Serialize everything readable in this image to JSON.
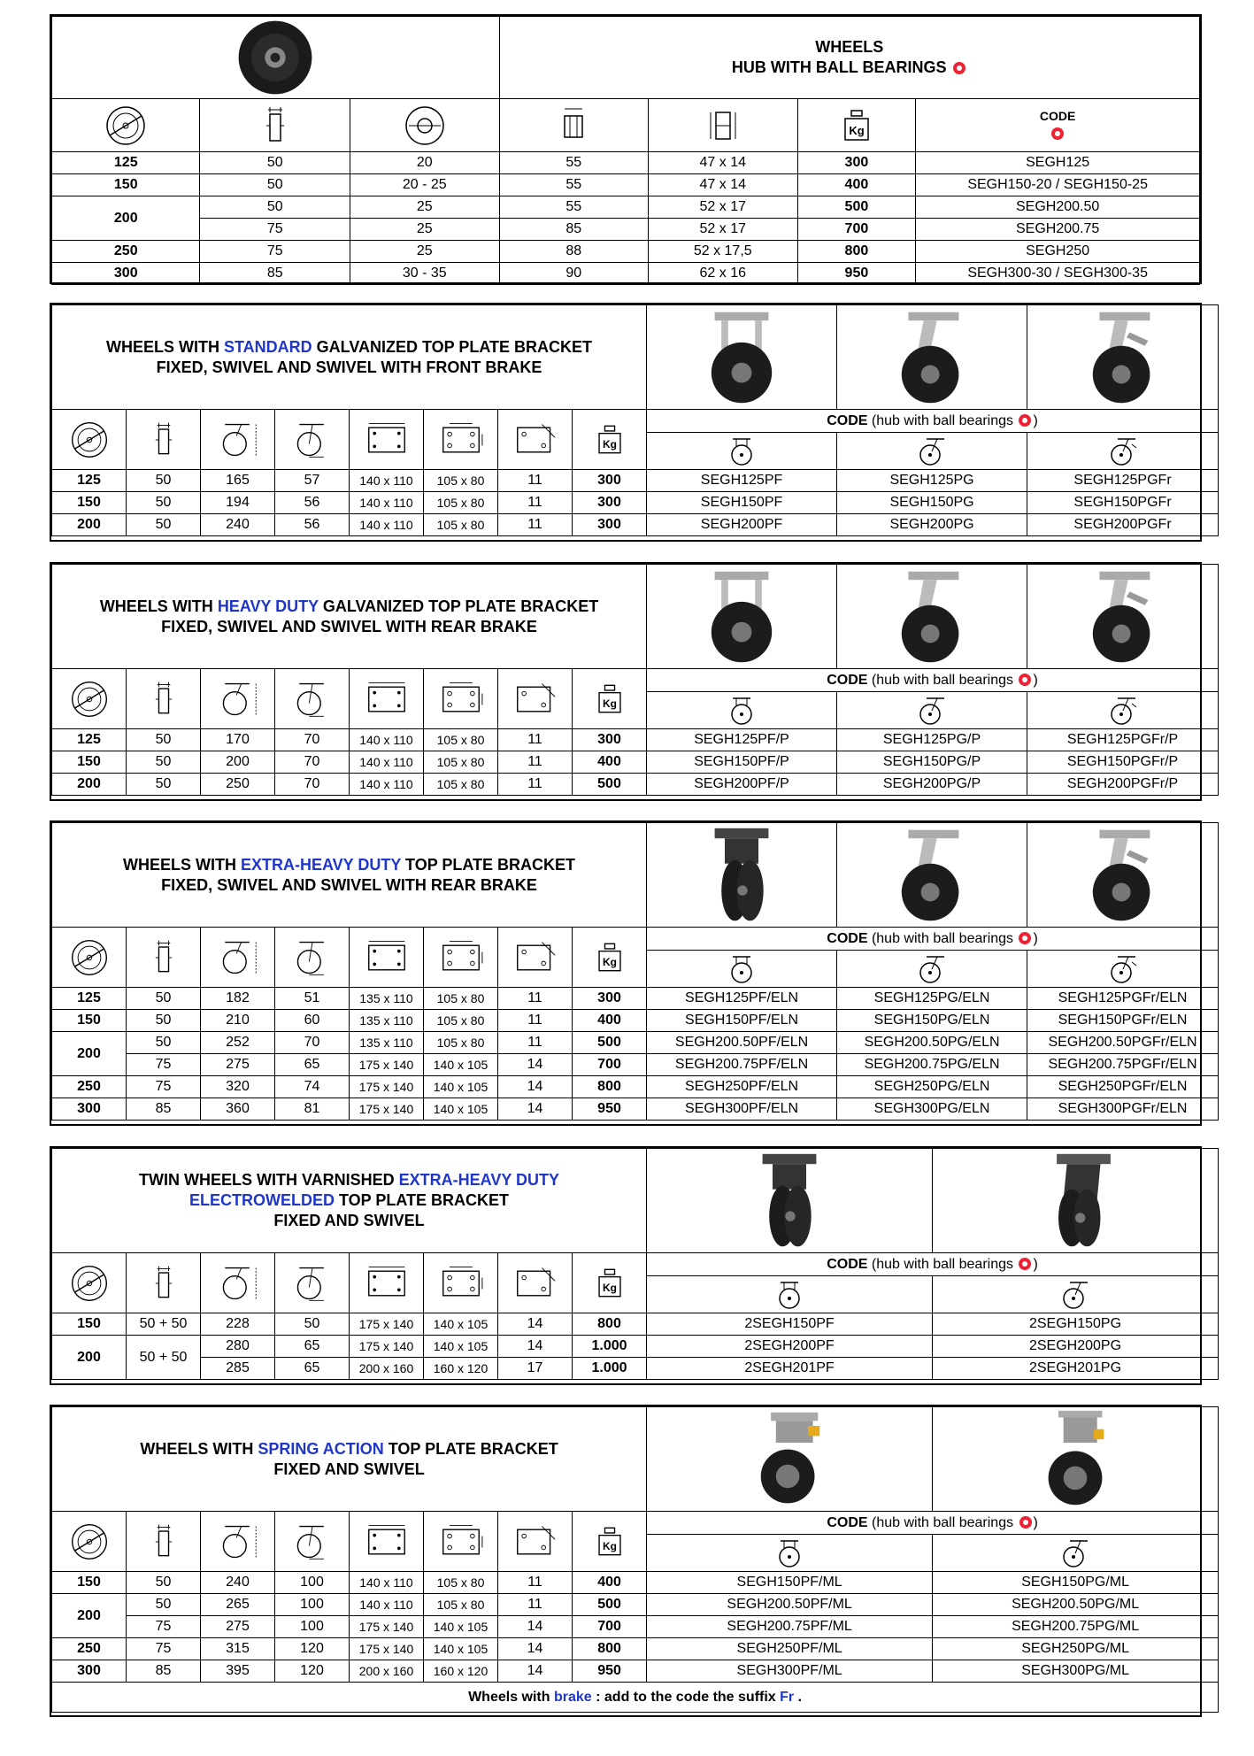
{
  "s1": {
    "title1": "WHEELS",
    "title2": "HUB WITH BALL BEARINGS",
    "code_label": "CODE",
    "kg_label": "Kg",
    "rows": [
      [
        "125",
        "50",
        "20",
        "55",
        "47 x 14",
        "300",
        "SEGH125"
      ],
      [
        "150",
        "50",
        "20 - 25",
        "55",
        "47 x 14",
        "400",
        "SEGH150-20 / SEGH150-25"
      ],
      [
        "200",
        "50",
        "25",
        "55",
        "52 x 17",
        "500",
        "SEGH200.50"
      ],
      [
        "",
        "75",
        "25",
        "85",
        "52 x 17",
        "700",
        "SEGH200.75"
      ],
      [
        "250",
        "75",
        "25",
        "88",
        "52 x 17,5",
        "800",
        "SEGH250"
      ],
      [
        "300",
        "85",
        "30 - 35",
        "90",
        "62 x 16",
        "950",
        "SEGH300-30 / SEGH300-35"
      ]
    ]
  },
  "s2": {
    "t_pre": "WHEELS WITH ",
    "t_blue": "STANDARD",
    "t_post": "  GALVANIZED TOP PLATE BRACKET",
    "t_line2": "FIXED, SWIVEL AND SWIVEL WITH FRONT BRAKE",
    "code_b": "CODE",
    "code_n": " (hub with ball bearings ",
    "code_end": ")",
    "kg_label": "Kg",
    "rows": [
      [
        "125",
        "50",
        "165",
        "57",
        "140 x 110",
        "105 x 80",
        "11",
        "300",
        "SEGH125PF",
        "SEGH125PG",
        "SEGH125PGFr"
      ],
      [
        "150",
        "50",
        "194",
        "56",
        "140 x 110",
        "105 x 80",
        "11",
        "300",
        "SEGH150PF",
        "SEGH150PG",
        "SEGH150PGFr"
      ],
      [
        "200",
        "50",
        "240",
        "56",
        "140 x 110",
        "105 x 80",
        "11",
        "300",
        "SEGH200PF",
        "SEGH200PG",
        "SEGH200PGFr"
      ]
    ]
  },
  "s3": {
    "t_pre": "WHEELS WITH ",
    "t_blue": "HEAVY DUTY",
    "t_post": " GALVANIZED TOP PLATE BRACKET",
    "t_line2": "FIXED, SWIVEL AND SWIVEL WITH REAR BRAKE",
    "code_b": "CODE",
    "code_n": " (hub with ball bearings ",
    "code_end": ")",
    "kg_label": "Kg",
    "rows": [
      [
        "125",
        "50",
        "170",
        "70",
        "140 x 110",
        "105 x 80",
        "11",
        "300",
        "SEGH125PF/P",
        "SEGH125PG/P",
        "SEGH125PGFr/P"
      ],
      [
        "150",
        "50",
        "200",
        "70",
        "140 x 110",
        "105 x 80",
        "11",
        "400",
        "SEGH150PF/P",
        "SEGH150PG/P",
        "SEGH150PGFr/P"
      ],
      [
        "200",
        "50",
        "250",
        "70",
        "140 x 110",
        "105 x 80",
        "11",
        "500",
        "SEGH200PF/P",
        "SEGH200PG/P",
        "SEGH200PGFr/P"
      ]
    ]
  },
  "s4": {
    "t_pre": "WHEELS WITH ",
    "t_blue": "EXTRA-HEAVY DUTY",
    "t_post": " TOP PLATE BRACKET",
    "t_line2": "FIXED, SWIVEL AND SWIVEL WITH REAR BRAKE",
    "code_b": "CODE",
    "code_n": " (hub with ball bearings ",
    "code_end": ")",
    "kg_label": "Kg",
    "rows": [
      [
        "125",
        "50",
        "182",
        "51",
        "135 x 110",
        "105 x 80",
        "11",
        "300",
        "SEGH125PF/ELN",
        "SEGH125PG/ELN",
        "SEGH125PGFr/ELN"
      ],
      [
        "150",
        "50",
        "210",
        "60",
        "135 x 110",
        "105 x 80",
        "11",
        "400",
        "SEGH150PF/ELN",
        "SEGH150PG/ELN",
        "SEGH150PGFr/ELN"
      ],
      [
        "200",
        "50",
        "252",
        "70",
        "135 x 110",
        "105 x 80",
        "11",
        "500",
        "SEGH200.50PF/ELN",
        "SEGH200.50PG/ELN",
        "SEGH200.50PGFr/ELN"
      ],
      [
        "",
        "75",
        "275",
        "65",
        "175 x 140",
        "140 x 105",
        "14",
        "700",
        "SEGH200.75PF/ELN",
        "SEGH200.75PG/ELN",
        "SEGH200.75PGFr/ELN"
      ],
      [
        "250",
        "75",
        "320",
        "74",
        "175 x 140",
        "140 x 105",
        "14",
        "800",
        "SEGH250PF/ELN",
        "SEGH250PG/ELN",
        "SEGH250PGFr/ELN"
      ],
      [
        "300",
        "85",
        "360",
        "81",
        "175 x 140",
        "140 x 105",
        "14",
        "950",
        "SEGH300PF/ELN",
        "SEGH300PG/ELN",
        "SEGH300PGFr/ELN"
      ]
    ]
  },
  "s5": {
    "t_line1": "TWIN WHEELS WITH VARNISHED ",
    "t_blue1": "EXTRA-HEAVY DUTY",
    "t_blue2": "ELECTROWELDED",
    "t_post2": " TOP PLATE BRACKET",
    "t_line3": "FIXED AND SWIVEL",
    "code_b": "CODE",
    "code_n": " (hub with ball bearings ",
    "code_end": ")",
    "kg_label": "Kg",
    "rows": [
      [
        "150",
        "50 + 50",
        "228",
        "50",
        "175 x 140",
        "140 x 105",
        "14",
        "800",
        "2SEGH150PF",
        "2SEGH150PG"
      ],
      [
        "200",
        "50 + 50",
        "280",
        "65",
        "175 x 140",
        "140 x 105",
        "14",
        "1.000",
        "2SEGH200PF",
        "2SEGH200PG"
      ],
      [
        "",
        "",
        "285",
        "65",
        "200 x 160",
        "160 x 120",
        "17",
        "1.000",
        "2SEGH201PF",
        "2SEGH201PG"
      ]
    ]
  },
  "s6": {
    "t_pre": "WHEELS WITH ",
    "t_blue": "SPRING ACTION",
    "t_post": " TOP PLATE BRACKET",
    "t_line2": "FIXED AND SWIVEL",
    "code_b": "CODE",
    "code_n": " (hub with ball bearings ",
    "code_end": ")",
    "kg_label": "Kg",
    "rows": [
      [
        "150",
        "50",
        "240",
        "100",
        "140 x 110",
        "105 x 80",
        "11",
        "400",
        "SEGH150PF/ML",
        "SEGH150PG/ML"
      ],
      [
        "200",
        "50",
        "265",
        "100",
        "140 x 110",
        "105 x 80",
        "11",
        "500",
        "SEGH200.50PF/ML",
        "SEGH200.50PG/ML"
      ],
      [
        "",
        "75",
        "275",
        "100",
        "175 x 140",
        "140 x 105",
        "14",
        "700",
        "SEGH200.75PF/ML",
        "SEGH200.75PG/ML"
      ],
      [
        "250",
        "75",
        "315",
        "120",
        "175 x 140",
        "140 x 105",
        "14",
        "800",
        "SEGH250PF/ML",
        "SEGH250PG/ML"
      ],
      [
        "300",
        "85",
        "395",
        "120",
        "200 x 160",
        "160 x 120",
        "14",
        "950",
        "SEGH300PF/ML",
        "SEGH300PG/ML"
      ]
    ],
    "footer_pre": "Wheels with ",
    "footer_brake": "brake",
    "footer_mid": " : add to the code the suffix ",
    "footer_fr": "Fr",
    "footer_end": " ."
  },
  "colors": {
    "blue": "#1f36c9",
    "bearing_red": "#e23333"
  }
}
